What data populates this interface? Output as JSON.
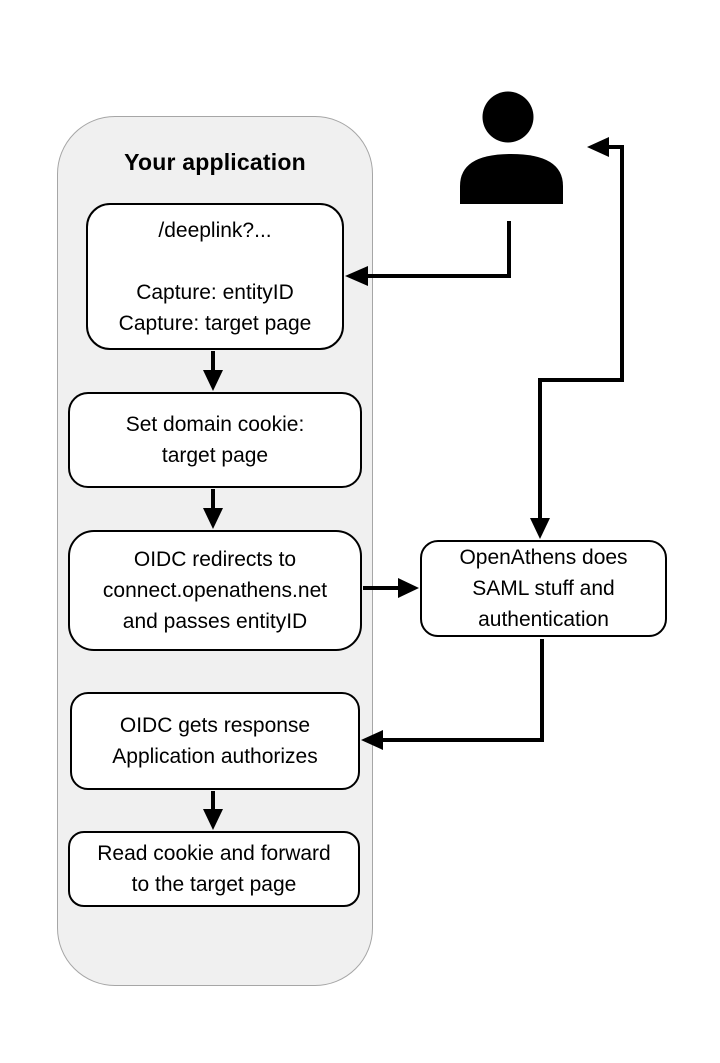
{
  "diagram": {
    "group_label": "Your application",
    "boxes": {
      "deeplink": {
        "lines": [
          "/deeplink?...",
          "",
          "Capture: entityID",
          "Capture: target page"
        ]
      },
      "set_cookie": {
        "lines": [
          "Set domain cookie:",
          "target page"
        ]
      },
      "oidc_redirect": {
        "lines": [
          "OIDC redirects to",
          "connect.openathens.net",
          "and passes entityID"
        ]
      },
      "openathens": {
        "lines": [
          "OpenAthens does",
          "SAML stuff and",
          "authentication"
        ]
      },
      "oidc_response": {
        "lines": [
          "OIDC gets response",
          "Application authorizes"
        ]
      },
      "read_cookie": {
        "lines": [
          "Read cookie and forward",
          "to the target page"
        ]
      }
    },
    "icons": {
      "user": "user-icon"
    },
    "colors": {
      "background": "#ffffff",
      "container_fill": "#f0f0f0",
      "container_border": "#a6a6a6",
      "box_fill": "#ffffff",
      "box_border": "#000000",
      "line": "#000000",
      "text": "#000000"
    }
  }
}
